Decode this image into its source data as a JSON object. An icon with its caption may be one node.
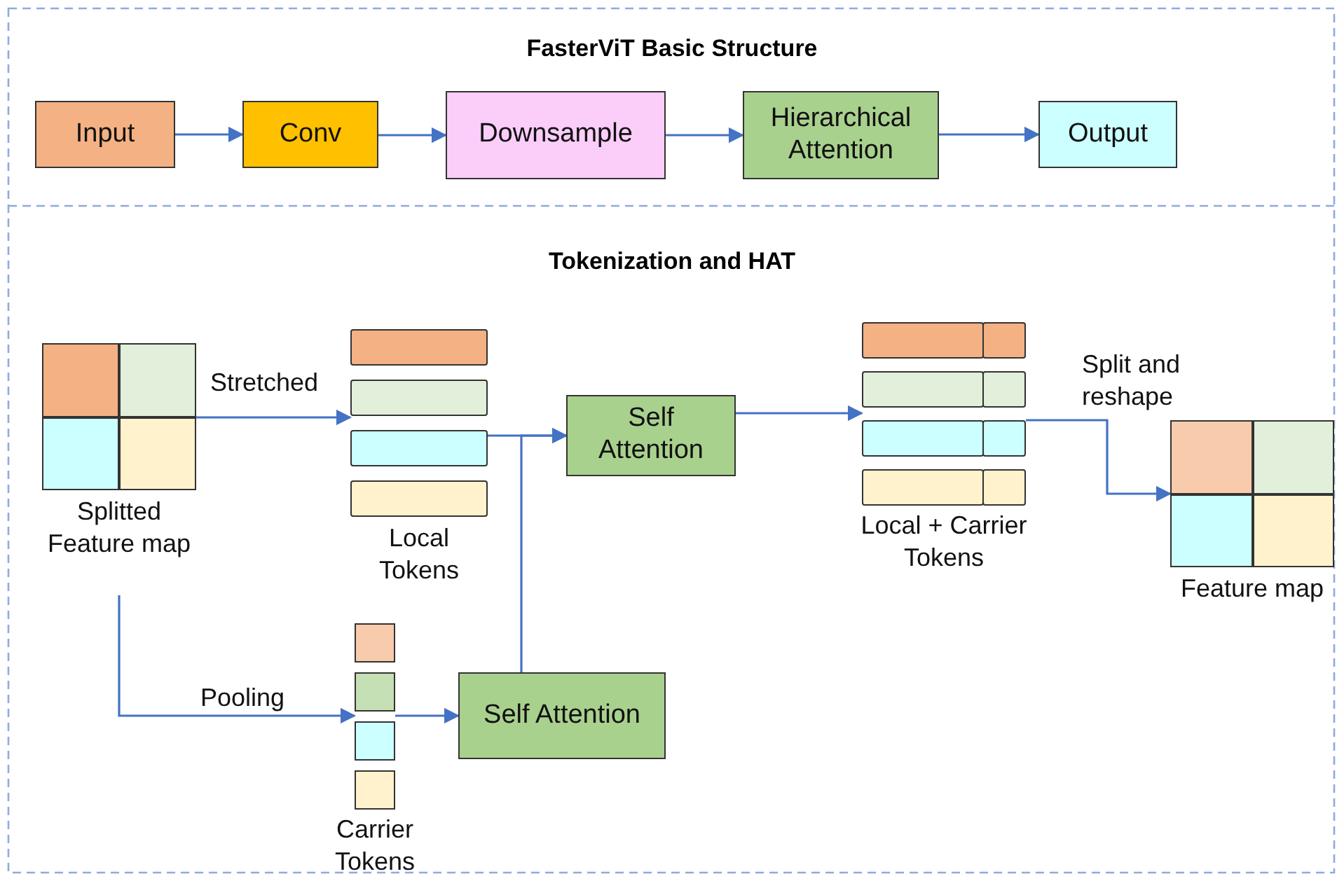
{
  "diagram": {
    "title": "FasterViT Basic Structure",
    "nodes": [
      {
        "text": [
          "Input"
        ]
      },
      {
        "text": [
          "Conv"
        ]
      },
      {
        "text": [
          "Downsample"
        ]
      },
      {
        "text": [
          "Hierarchical Attention"
        ]
      },
      {
        "text": [
          "Output"
        ]
      },
      {
        "text": [],
        "shape": "box",
        "beside": [
          "Splitted Feature map"
        ]
      },
      {
        "text": [],
        "shape": "bar",
        "beside": [
          "Local Tokens"
        ]
      },
      {
        "text": [],
        "shape": "box",
        "beside": [
          "Carrier Tokens"
        ]
      },
      {
        "text": [
          "Self Attention"
        ]
      },
      {
        "text": [
          "Self Attention"
        ]
      },
      {
        "text": [],
        "shape": "bar",
        "beside": [
          "Local + Carrier Tokens"
        ]
      },
      {
        "text": [],
        "shape": "box",
        "beside": [
          "Feature map"
        ]
      }
    ],
    "edges": [
      {
        "from": 0,
        "to": 1,
        "arrow": "to"
      },
      {
        "from": 1,
        "to": 2,
        "arrow": "to"
      },
      {
        "from": 2,
        "to": 3,
        "arrow": "to"
      },
      {
        "from": 3,
        "to": 4,
        "arrow": "to"
      },
      {
        "from": 5,
        "to": 6,
        "arrow": "to",
        "label": "Stretched"
      },
      {
        "from": 5,
        "to": 7,
        "arrow": "to",
        "label": "Pooling"
      },
      {
        "from": 7,
        "to": 9,
        "arrow": "to"
      },
      {
        "from": 6,
        "to": 8,
        "arrow": "to"
      },
      {
        "from": 9,
        "to": 8,
        "arrow": "to"
      },
      {
        "from": 8,
        "to": 10,
        "arrow": "to"
      },
      {
        "from": 10,
        "to": 11,
        "arrow": "to",
        "label": "Split and reshape"
      }
    ],
    "labels": [
      "Tokenization and HAT"
    ]
  }
}
